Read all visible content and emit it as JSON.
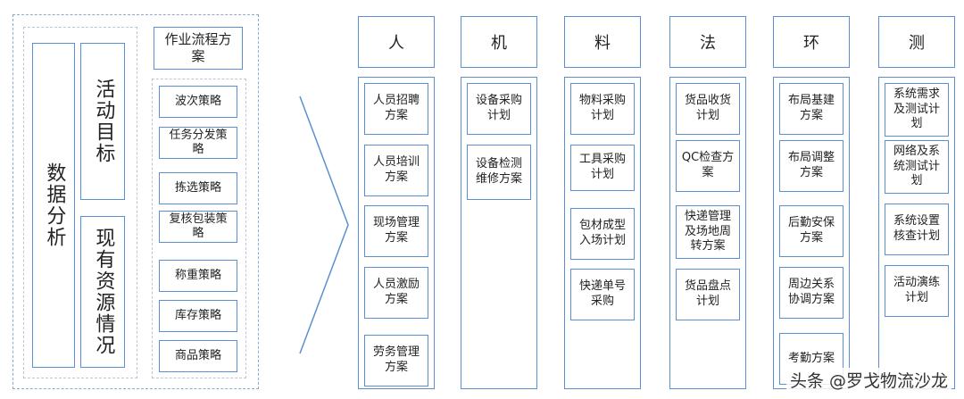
{
  "left": {
    "analysis": "数据分析",
    "goal": "活动目标",
    "resources": "现有资源情况",
    "plan_title": "作业流程方案",
    "strategies": [
      "波次策略",
      "任务分发策略",
      "拣选策略",
      "复核包装策略",
      "称重策略",
      "库存策略",
      "商品策略"
    ]
  },
  "columns": [
    {
      "head": "人",
      "items": [
        "人员招聘方案",
        "人员培训方案",
        "现场管理方案",
        "人员激励方案",
        "劳务管理方案"
      ]
    },
    {
      "head": "机",
      "items": [
        "设备采购计划",
        "设备检测维修方案"
      ]
    },
    {
      "head": "料",
      "items": [
        "物料采购计划",
        "工具采购计划",
        "包材成型入场计划",
        "快递单号采购"
      ]
    },
    {
      "head": "法",
      "items": [
        "货品收货计划",
        "QC检查方案",
        "快递管理及场地周转方案",
        "货品盘点计划"
      ]
    },
    {
      "head": "环",
      "items": [
        "布局基建方案",
        "布局调整方案",
        "后勤安保方案",
        "周边关系协调方案",
        "考勤方案"
      ]
    },
    {
      "head": "测",
      "items": [
        "系统需求及测试计划",
        "网络及系统测试计划",
        "系统设置核查计划",
        "活动演练计划"
      ]
    }
  ],
  "watermark": "头条 @罗戈物流沙龙",
  "colors": {
    "border": "#5b8fd1",
    "dash": "#8ea9cf"
  }
}
